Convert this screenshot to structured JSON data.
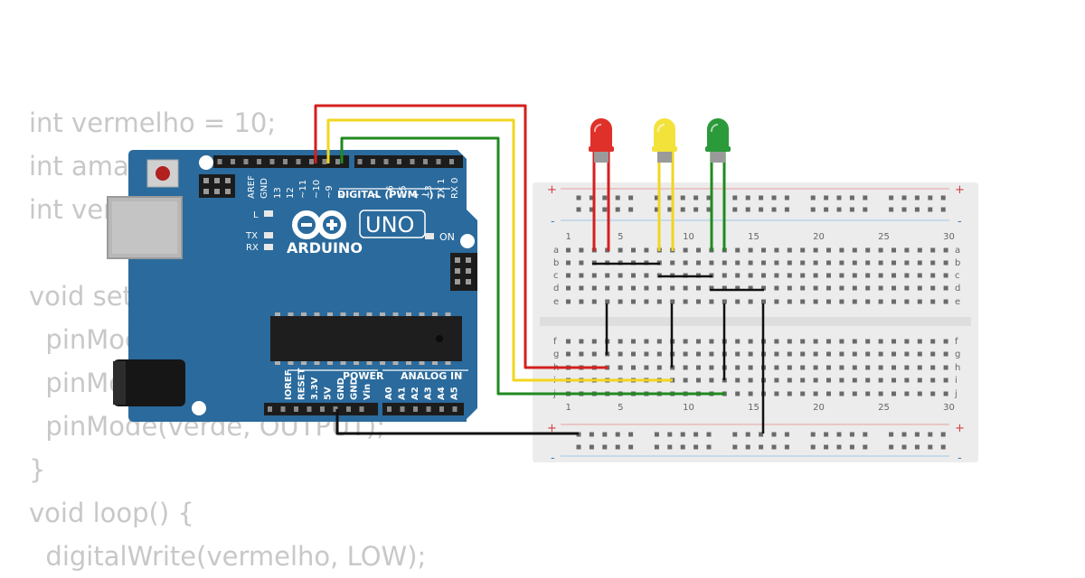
{
  "code_lines": [
    "int vermelho = 10;",
    "int amarelo = 9;",
    "int verde = 8;",
    "",
    "void setup() {",
    "  pinMode(vermelho, OUTPUT);",
    "  pinMode(amarelo, OUTPUT);",
    "  pinMode(verde, OUTPUT);",
    "}",
    "void loop() {",
    "  digitalWrite(vermelho, LOW);"
  ],
  "arduino": {
    "brand": "ARDUINO",
    "model": "UNO",
    "digital_label": "DIGITAL (PWM ~)",
    "power_label": "POWER",
    "analog_label": "ANALOG IN",
    "led_l": "L",
    "led_tx": "TX",
    "led_rx": "RX",
    "led_on": "ON",
    "digital_pins": [
      "AREF",
      "GND",
      "13",
      "12",
      "~11",
      "~10",
      "~9",
      "8",
      "7",
      "~6",
      "~5",
      "4",
      "~3",
      "2",
      "TX 1",
      "RX 0"
    ],
    "power_pins": [
      "IOREF",
      "RESET",
      "3.3V",
      "5V",
      "GND",
      "GND",
      "Vin"
    ],
    "analog_pins": [
      "A0",
      "A1",
      "A2",
      "A3",
      "A4",
      "A5"
    ]
  },
  "breadboard": {
    "col_labels": [
      "1",
      "5",
      "10",
      "15",
      "20",
      "25",
      "30"
    ],
    "rows_top": [
      "a",
      "b",
      "c",
      "d",
      "e"
    ],
    "rows_bottom": [
      "f",
      "g",
      "h",
      "i",
      "j"
    ],
    "plus": "+",
    "minus": "-"
  },
  "colors": {
    "board": "#2a6a9c",
    "led_red": "#e0302a",
    "led_yellow": "#f3e23a",
    "led_green": "#2a9a3a",
    "wire_red": "#d41f1f",
    "wire_yellow": "#f2d51f",
    "wire_green": "#1f8a1f",
    "wire_black": "#111111"
  }
}
